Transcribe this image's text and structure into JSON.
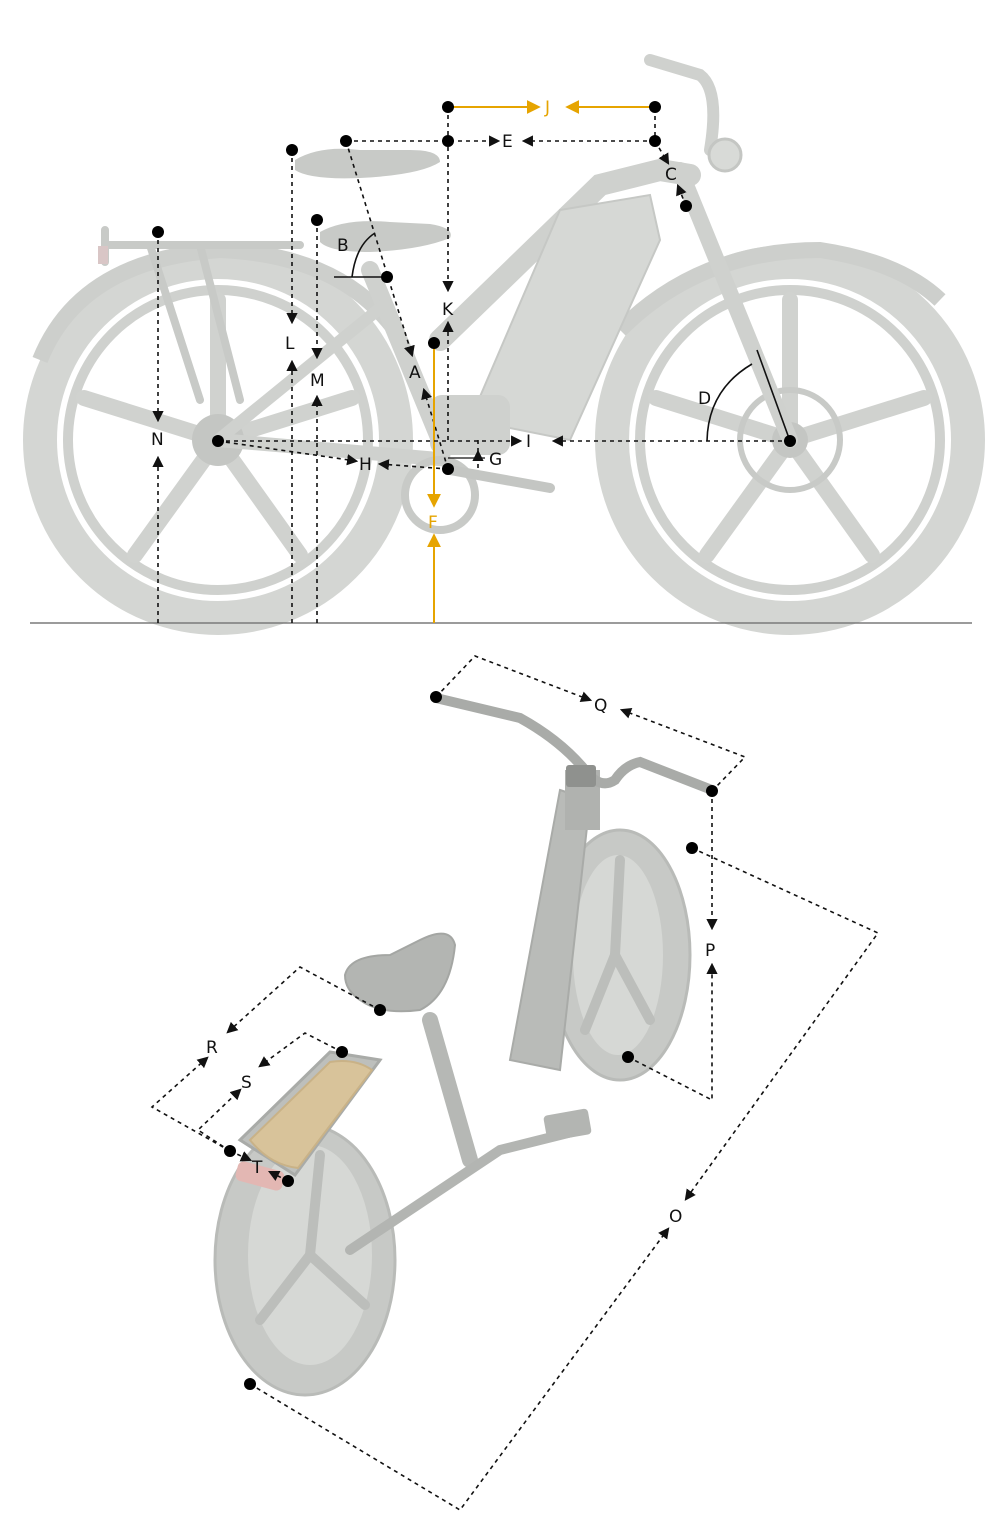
{
  "labels": {
    "A": "A",
    "B": "B",
    "C": "C",
    "D": "D",
    "E": "E",
    "F": "F",
    "G": "G",
    "H": "H",
    "I": "I",
    "J": "J",
    "K": "K",
    "L": "L",
    "M": "M",
    "N": "N",
    "O": "O",
    "P": "P",
    "Q": "Q",
    "R": "R",
    "S": "S",
    "T": "T"
  },
  "colors": {
    "dimension_line": "#111111",
    "highlight_dimension": "#e6a400",
    "bike_silhouette": "#d9dbd8",
    "ground_line": "#7a7a7a",
    "deck_wood": "#d8c39a"
  }
}
